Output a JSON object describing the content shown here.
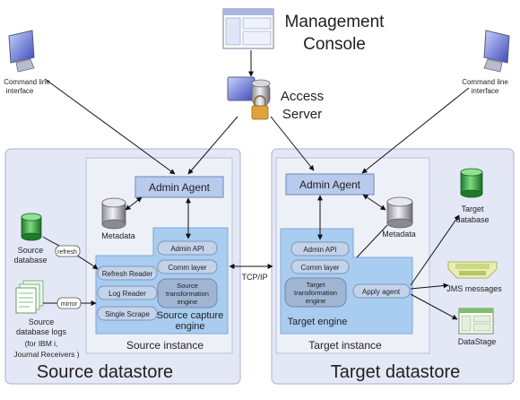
{
  "header": {
    "console_title_line1": "Management",
    "console_title_line2": "Console",
    "access_line1": "Access",
    "access_line2": "Server",
    "cli_left_line1": "Command line",
    "cli_left_line2": "interface",
    "cli_right_line1": "Command line",
    "cli_right_line2": "interface"
  },
  "source": {
    "datastore_label": "Source datastore",
    "instance_label": "Source instance",
    "admin_agent": "Admin Agent",
    "metadata": "Metadata",
    "engine_line1": "Source capture",
    "engine_line2": "engine",
    "admin_api": "Admin API",
    "comm_layer": "Comm layer",
    "transform_line1": "Source",
    "transform_line2": "transformation",
    "transform_line3": "engine",
    "refresh_reader": "Refresh Reader",
    "log_reader": "Log Reader",
    "single_scrape": "Single Scrape",
    "db_line1": "Source",
    "db_line2": "database",
    "refresh_tag": "refresh",
    "mirror_tag": "mirror",
    "logs_line1": "Source",
    "logs_line2": "database logs",
    "logs_line3": "(for IBM i,",
    "logs_line4": "Journal Receivers )"
  },
  "middle": {
    "tcpip": "TCP/IP"
  },
  "target": {
    "datastore_label": "Target datastore",
    "instance_label": "Target instance",
    "admin_agent": "Admin Agent",
    "metadata": "Metadata",
    "engine_label": "Target engine",
    "admin_api": "Admin API",
    "comm_layer": "Comm layer",
    "transform_line1": "Target",
    "transform_line2": "transformation",
    "transform_line3": "engine",
    "apply_agent": "Apply agent",
    "db_line1": "Target",
    "db_line2": "database",
    "jms": "JMS messages",
    "datastage": "DataStage"
  },
  "colors": {
    "panel_fill": "#e4e8f6",
    "instance_fill": "#eef0f8",
    "engine_fill": "#a9cdf0",
    "engine_stroke": "#7fa8d8",
    "pill_fill": "#c2d3ea",
    "pill_stroke": "#7f95b8",
    "agent_fill": "#b9cbed",
    "green_db": "#3aa542",
    "text": "#1f1f1f"
  }
}
